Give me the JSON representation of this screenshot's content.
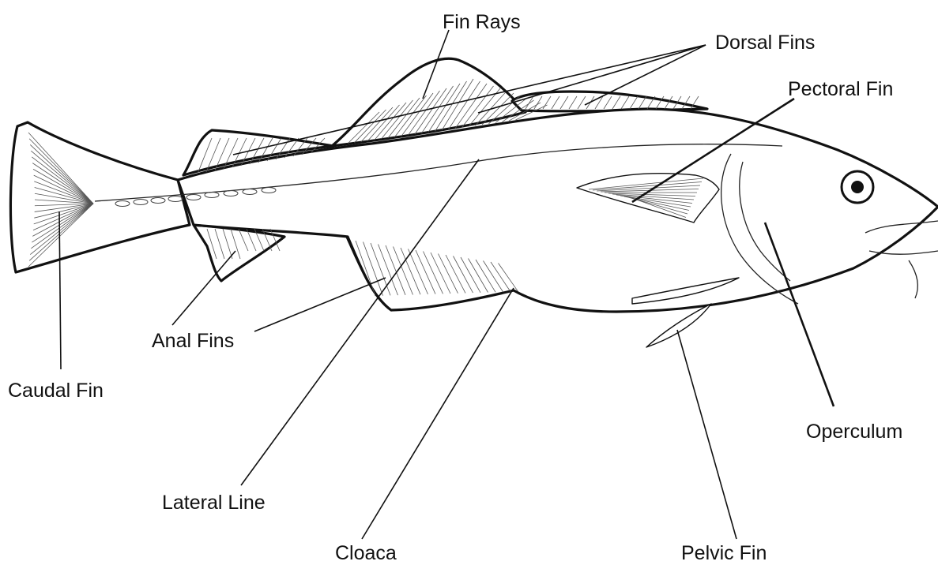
{
  "labels": {
    "fin_rays": "Fin Rays",
    "dorsal_fins": "Dorsal Fins",
    "pectoral_fin": "Pectoral Fin",
    "caudal_fin": "Caudal Fin",
    "anal_fins": "Anal Fins",
    "lateral_line": "Lateral Line",
    "cloaca": "Cloaca",
    "pelvic_fin": "Pelvic Fin",
    "operculum": "Operculum"
  }
}
